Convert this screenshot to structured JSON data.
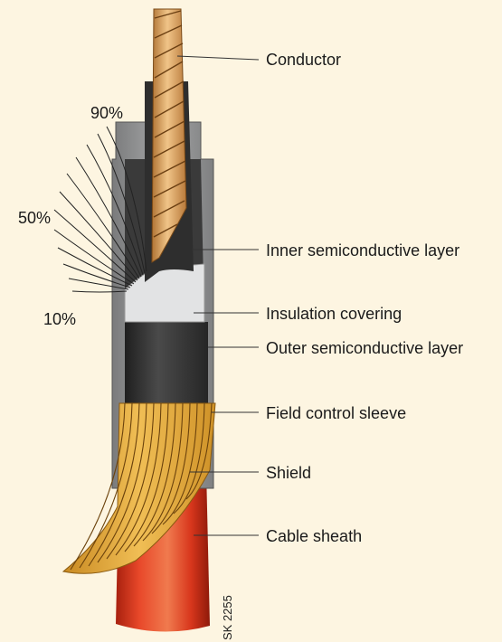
{
  "labels": {
    "conductor": "Conductor",
    "inner_semiconductive_layer": "Inner semiconductive layer",
    "insulation_covering": "Insulation covering",
    "outer_semiconductive_layer": "Outer semiconductive layer",
    "field_control_sleeve": "Field control sleeve",
    "shield": "Shield",
    "cable_sheath": "Cable sheath"
  },
  "field_lines": {
    "top": "90%",
    "middle": "50%",
    "bottom": "10%"
  },
  "drawing_code": "SK 2255",
  "colors": {
    "background": "#fdf5e1",
    "conductor": "#d9a05a",
    "semiconductive": "#3f3f3f",
    "insulation": "#e2e3e4",
    "sleeve": "#9a9b9c",
    "shield": "#e3ae3c",
    "sheath": "#e8482a"
  }
}
